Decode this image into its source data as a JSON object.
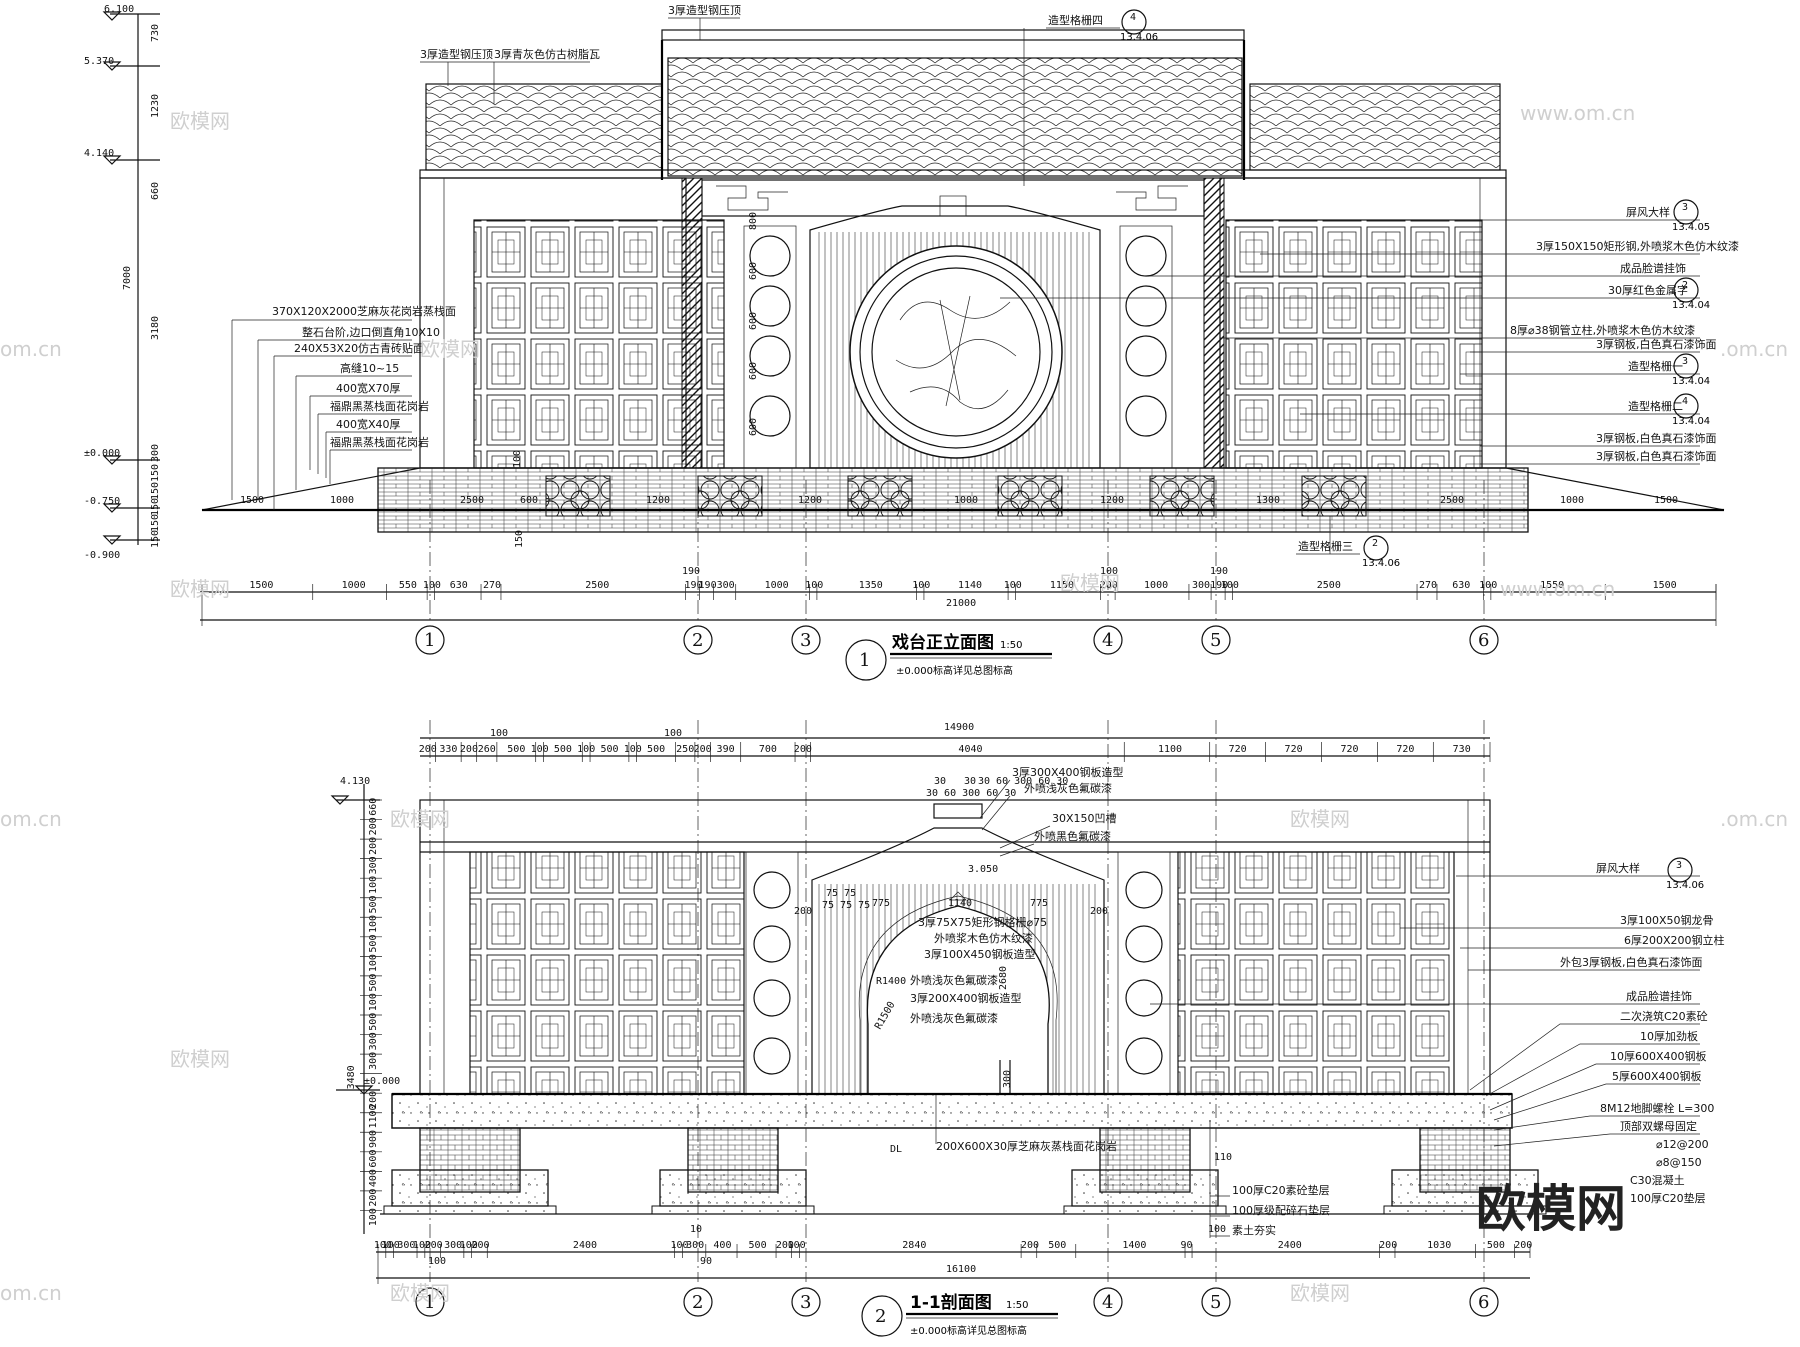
{
  "elevation": {
    "title": "戏台正立面图",
    "scale": "1:50",
    "number": "1",
    "note": "±0.000标高详见总图标高",
    "levels": [
      "6.100",
      "5.370",
      "4.140",
      "±0.000",
      "-0.750",
      "-0.900"
    ],
    "left_dims": [
      "730",
      "1230",
      "660",
      "7000",
      "3180",
      "300",
      "150",
      "150",
      "150",
      "150",
      "150"
    ],
    "labels_top": [
      "3厚造型钢压顶",
      "3厚造型钢压顶",
      "3厚青灰色仿古树脂瓦",
      "造型格栅四"
    ],
    "labels_left": [
      "370X120X2000芝麻灰花岗岩蒸栈面",
      "整石台阶,边口倒直角10X10",
      "240X53X20仿古青砖贴面",
      "高缝10~15",
      "400宽X70厚",
      "福鼎黑蒸栈面花岗岩",
      "400宽X40厚",
      "福鼎黑蒸栈面花岗岩"
    ],
    "labels_right": [
      "屏风大样",
      "3厚150X150矩形钢,外喷浆木色仿木纹漆",
      "成品脸谱挂饰",
      "30厚红色金属字",
      "8厚⌀38钢管立柱,外喷浆木色仿木纹漆",
      "3厚钢板,白色真石漆饰面",
      "造型格栅一",
      "造型格栅二",
      "3厚钢板,白色真石漆饰面",
      "3厚钢板,白色真石漆饰面"
    ],
    "label_bottom": "造型格栅三",
    "tags": {
      "t1": {
        "num": "4",
        "ref": "13.4.06"
      },
      "t2": {
        "num": "3",
        "ref": "13.4.05"
      },
      "t3": {
        "num": "2",
        "ref": "13.4.04"
      },
      "t4": {
        "num": "3",
        "ref": "13.4.04"
      },
      "t5": {
        "num": "4",
        "ref": "13.4.04"
      },
      "t6": {
        "num": "2",
        "ref": "13.4.06"
      }
    },
    "base_dims": [
      "1500",
      "1000",
      "2500",
      "600",
      "1200",
      "1200",
      "1000",
      "1200",
      "1300",
      "2500",
      "1000",
      "1500"
    ],
    "inner_heights": [
      "600",
      "600",
      "600",
      "600",
      "800"
    ],
    "bottom_dims": [
      "1500",
      "1000",
      "550",
      "100",
      "630",
      "270",
      "2500",
      "190",
      "190",
      "300",
      "1000",
      "100",
      "1350",
      "100",
      "1140",
      "100",
      "1150",
      "200",
      "1000",
      "300",
      "190",
      "100",
      "2500",
      "270",
      "630",
      "100",
      "1550",
      "1500"
    ],
    "top_dims": [
      "190",
      "100",
      "190"
    ],
    "total": "21000",
    "extra": [
      "150",
      "100"
    ]
  },
  "section": {
    "title": "1-1剖面图",
    "scale": "1:50",
    "number": "2",
    "note": "±0.000标高详见总图标高",
    "levels": [
      "4.130",
      "±0.000"
    ],
    "total_top": "14900",
    "top_dims": [
      "200",
      "330",
      "200",
      "260",
      "500",
      "100",
      "500",
      "100",
      "500",
      "100",
      "500",
      "250",
      "200",
      "390",
      "700",
      "200",
      "4040",
      "1100",
      "720",
      "720",
      "720",
      "720",
      "730"
    ],
    "top_extra": [
      "100",
      "100"
    ],
    "left_dims": [
      "660",
      "200",
      "200",
      "300",
      "100",
      "500",
      "100",
      "500",
      "100",
      "500",
      "100",
      "500",
      "300",
      "300",
      "3480",
      "200",
      "1100",
      "900",
      "600",
      "400",
      "200",
      "100"
    ],
    "labels_mid": [
      "3厚300X400钢板造型",
      "外喷浅灰色氟碳漆",
      "30X150凹槽",
      "外喷黑色氟碳漆",
      "3厚75X75矩形钢格栅⌀75",
      "外喷浆木色仿木纹漆",
      "3厚100X450钢板造型",
      "外喷浅灰色氟碳漆",
      "3厚200X400钢板造型",
      "外喷浅灰色氟碳漆",
      "200X600X30厚芝麻灰蒸栈面花岗岩"
    ],
    "arch_dims": [
      "30",
      "30",
      "30 60 300 60 30",
      "75 75",
      "75 75 75",
      "775",
      "1140",
      "775",
      "200",
      "200",
      "3.050",
      "2680",
      "R1400",
      "R1500",
      "300",
      "DL"
    ],
    "labels_right": [
      "屏风大样",
      "3厚100X50钢龙骨",
      "6厚200X200钢立柱",
      "外包3厚钢板,白色真石漆饰面",
      "成品脸谱挂饰",
      "二次浇筑C20素砼",
      "10厚加劲板",
      "10厚600X400钢板",
      "5厚600X400钢板",
      "8M12地脚螺栓 L=300",
      "顶部双螺母固定",
      "⌀12@200",
      "⌀8@150",
      "C30混凝土",
      "100厚C20垫层"
    ],
    "labels_found": [
      "100厚C20素砼垫层",
      "100厚级配碎石垫层",
      "素土夯实"
    ],
    "tag": {
      "num": "3",
      "ref": "13.4.06"
    },
    "bottom_dims": [
      "100",
      "100",
      "300",
      "100",
      "200",
      "300",
      "100",
      "200",
      "2400",
      "100",
      "300",
      "400",
      "500",
      "200",
      "100",
      "2840",
      "200",
      "500",
      "1400",
      "90",
      "2400",
      "200",
      "1030",
      "500",
      "200"
    ],
    "extra": [
      "10",
      "90",
      "100",
      "110",
      "100"
    ],
    "total": "16100"
  },
  "axes": [
    "1",
    "2",
    "3",
    "4",
    "5",
    "6"
  ],
  "watermarks": [
    "欧模网",
    "www.om.cn",
    ".om.cn",
    "om.cn"
  ],
  "brand": "欧模网"
}
